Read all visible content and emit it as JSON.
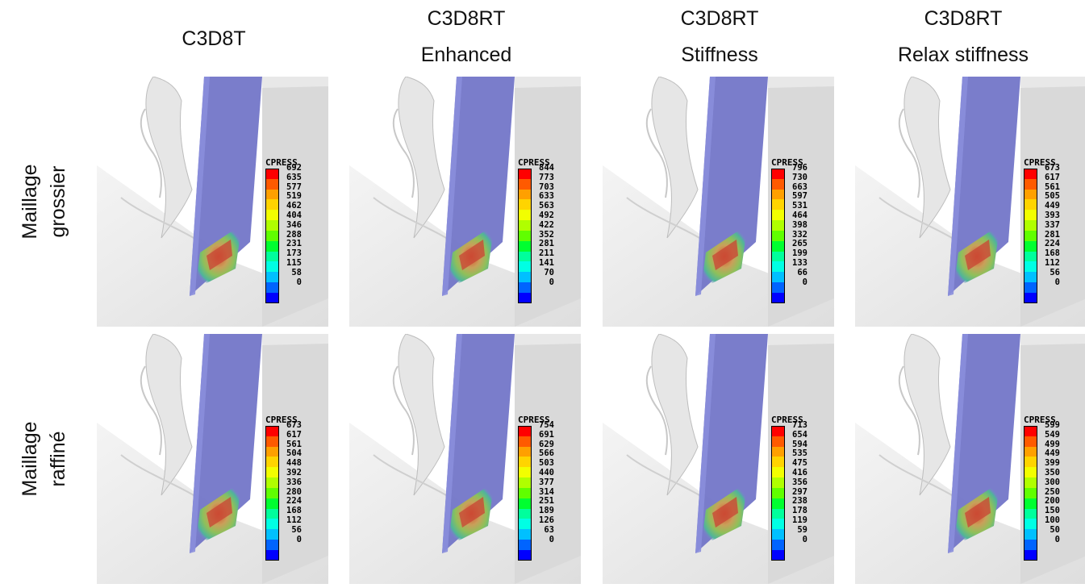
{
  "columns": [
    {
      "line1": "C3D8T",
      "line2": ""
    },
    {
      "line1": "C3D8RT",
      "line2": "Enhanced"
    },
    {
      "line1": "C3D8RT",
      "line2": "Stiffness"
    },
    {
      "line1": "C3D8RT",
      "line2": "Relax stiffness"
    }
  ],
  "rows": [
    {
      "line1": "Maillage",
      "line2": "grossier"
    },
    {
      "line1": "Maillage",
      "line2": "raffiné"
    }
  ],
  "legend_title": "CPRESS",
  "legend_colors": [
    "#ff0000",
    "#ff5a00",
    "#ffa000",
    "#ffd400",
    "#f2ff00",
    "#b0ff00",
    "#60ff00",
    "#00ff30",
    "#00ff9c",
    "#00ffe4",
    "#00c0ff",
    "#0064ff",
    "#0000ff"
  ],
  "panels": [
    {
      "values": [
        "692",
        "635",
        "577",
        "519",
        "462",
        "404",
        "346",
        "288",
        "231",
        "173",
        "115",
        "58",
        "0"
      ]
    },
    {
      "values": [
        "844",
        "773",
        "703",
        "633",
        "563",
        "492",
        "422",
        "352",
        "281",
        "211",
        "141",
        "70",
        "0"
      ]
    },
    {
      "values": [
        "796",
        "730",
        "663",
        "597",
        "531",
        "464",
        "398",
        "332",
        "265",
        "199",
        "133",
        "66",
        "0"
      ]
    },
    {
      "values": [
        "673",
        "617",
        "561",
        "505",
        "449",
        "393",
        "337",
        "281",
        "224",
        "168",
        "112",
        "56",
        "0"
      ]
    },
    {
      "values": [
        "673",
        "617",
        "561",
        "504",
        "448",
        "392",
        "336",
        "280",
        "224",
        "168",
        "112",
        "56",
        "0"
      ]
    },
    {
      "values": [
        "754",
        "691",
        "629",
        "566",
        "503",
        "440",
        "377",
        "314",
        "251",
        "189",
        "126",
        "63",
        "0"
      ]
    },
    {
      "values": [
        "713",
        "654",
        "594",
        "535",
        "475",
        "416",
        "356",
        "297",
        "238",
        "178",
        "119",
        "59",
        "0"
      ]
    },
    {
      "values": [
        "599",
        "549",
        "499",
        "449",
        "399",
        "350",
        "300",
        "250",
        "200",
        "150",
        "100",
        "50",
        "0"
      ]
    }
  ]
}
